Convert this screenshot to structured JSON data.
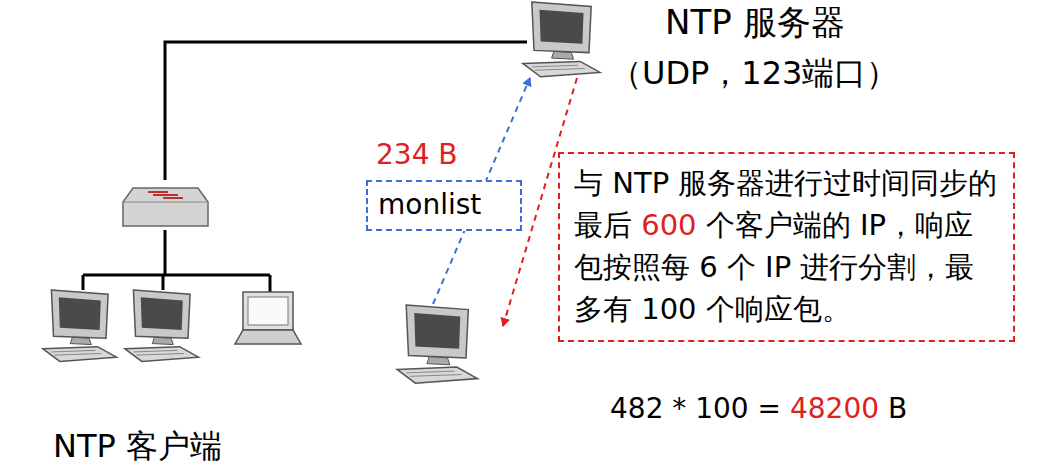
{
  "diagram": {
    "nodes": [
      {
        "text": [
          "NTP 服务器",
          "（UDP，123端口）"
        ]
      },
      {
        "text": [
          "NTP 客户端"
        ]
      },
      {
        "text": []
      },
      {
        "text": [
          "与 NTP 服务器进行过时间同步的最后 600 个客户端的 IP，响应包按照每 6 个 IP 进行分割，最多有 100 个响应包。"
        ]
      }
    ],
    "edges": [
      {
        "from": 1,
        "to": 0,
        "arrow": "none"
      },
      {
        "from": 2,
        "to": 0,
        "arrow": "to",
        "label": "monlist"
      },
      {
        "from": 0,
        "to": 2,
        "arrow": "to"
      }
    ],
    "labels": [
      "234 B",
      "482 * 100 = 48200 B"
    ]
  }
}
